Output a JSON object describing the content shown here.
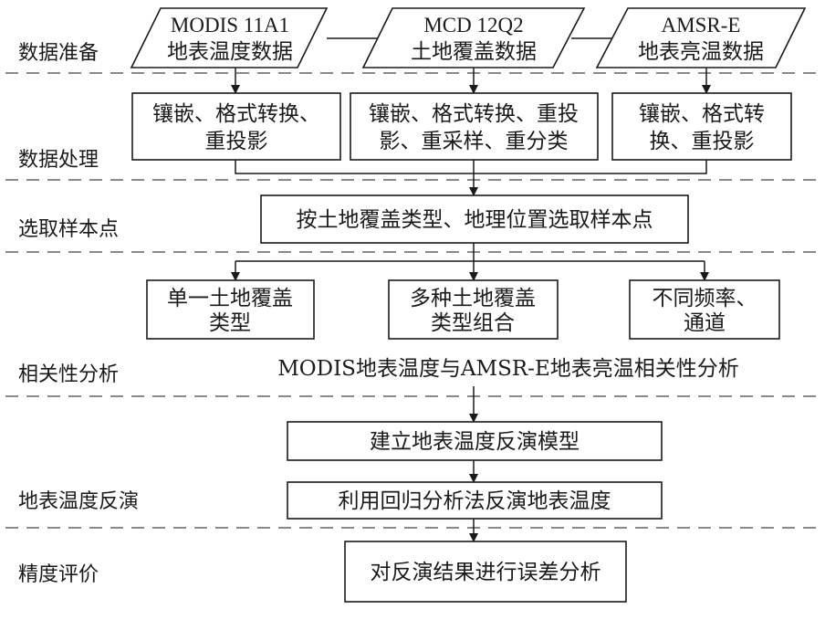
{
  "stages": {
    "data_prep": "数据准备",
    "data_process": "数据处理",
    "sample_select": "选取样本点",
    "correlation": "相关性分析",
    "lst_inversion": "地表温度反演",
    "accuracy": "精度评价"
  },
  "inputs": {
    "modis": {
      "line1": "MODIS 11A1",
      "line2": "地表温度数据"
    },
    "mcd": {
      "line1": "MCD 12Q2",
      "line2": "土地覆盖数据"
    },
    "amsr": {
      "line1": "AMSR-E",
      "line2": "地表亮温数据"
    }
  },
  "processing": {
    "modis": {
      "line1": "镶嵌、格式转换、",
      "line2": "重投影"
    },
    "mcd": {
      "line1": "镶嵌、格式转换、重投",
      "line2": "影、重采样、重分类"
    },
    "amsr": {
      "line1": "镶嵌、格式转",
      "line2": "换、重投影"
    }
  },
  "sampling": {
    "label": "按土地覆盖类型、地理位置选取样本点"
  },
  "analysis": {
    "single": {
      "line1": "单一土地覆盖",
      "line2": "类型"
    },
    "multi": {
      "line1": "多种土地覆盖",
      "line2": "类型组合"
    },
    "freq": {
      "line1": "不同频率、",
      "line2": "通道"
    },
    "caption": "MODIS地表温度与AMSR-E地表亮温相关性分析"
  },
  "inversion": {
    "model": "建立地表温度反演模型",
    "regression": "利用回归分析法反演地表温度"
  },
  "evaluation": {
    "label": "对反演结果进行误差分析"
  }
}
